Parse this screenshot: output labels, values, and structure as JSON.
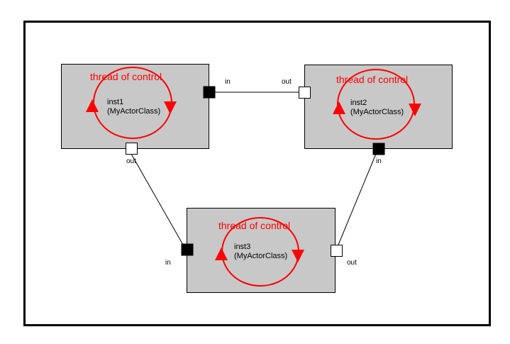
{
  "diagram": {
    "thread_label": "thread of control",
    "actors": [
      {
        "id": "inst1",
        "name": "inst1",
        "class": "(MyActorClass)"
      },
      {
        "id": "inst2",
        "name": "inst2",
        "class": "(MyActorClass)"
      },
      {
        "id": "inst3",
        "name": "inst3",
        "class": "(MyActorClass)"
      }
    ],
    "ports": {
      "inst1_in": "in",
      "inst1_out": "out",
      "inst2_out": "out",
      "inst2_in": "in",
      "inst3_in": "in",
      "inst3_out": "out"
    },
    "colors": {
      "actor_fill": "#c8c8c8",
      "thread": "#ff0000",
      "port_in": "#000000",
      "port_out": "#ffffff",
      "line": "#000000"
    }
  }
}
